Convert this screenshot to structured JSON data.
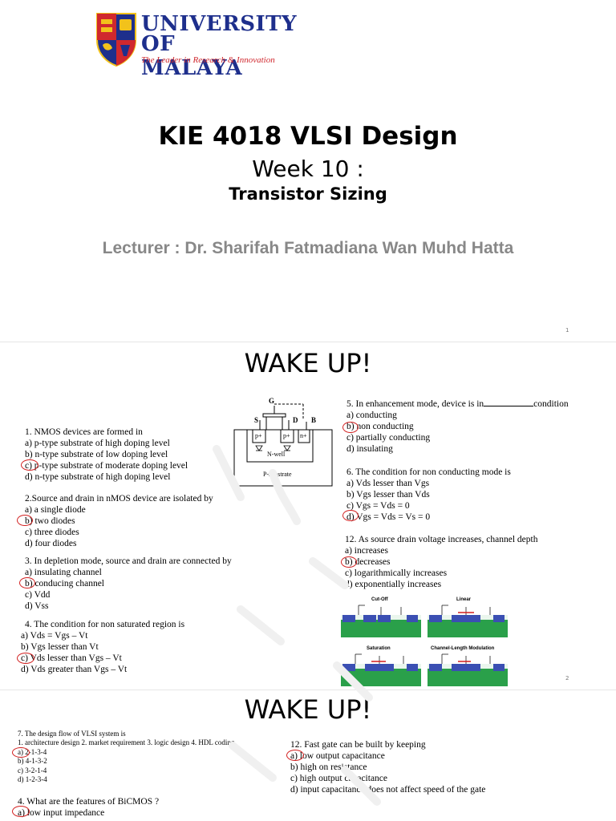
{
  "slide1": {
    "logo": {
      "name_line1": "UNIVERSITY",
      "name_line2": "OF MALAYA",
      "tagline": "The Leader in Research & Innovation",
      "colors": {
        "navy": "#1e2f8c",
        "red": "#d0282e",
        "gold": "#f2c21b"
      }
    },
    "course_title": "KIE 4018 VLSI Design",
    "week_title": "Week 10 :",
    "topic_title": "Transistor Sizing",
    "lecturer": "Lecturer : Dr. Sharifah Fatmadiana Wan Muhd Hatta",
    "page_number": "1"
  },
  "slide2": {
    "title": "WAKE UP!",
    "page_number": "2",
    "q1": {
      "question": "1. NMOS devices are formed in",
      "options": [
        "a) p-type substrate of high doping level",
        "b) n-type substrate of low doping level",
        "c) p-type substrate of moderate doping level",
        "d) n-type substrate of high doping level"
      ]
    },
    "q2": {
      "question": "2.Source and drain in nMOS device are isolated by",
      "options": [
        "a) a single diode",
        "b) two diodes",
        "c) three diodes",
        "d) four diodes"
      ]
    },
    "q3": {
      "question": "3. In depletion mode, source and drain are connected by",
      "options": [
        "a) insulating channel",
        "b) conducing channel",
        "c) Vdd",
        "d) Vss"
      ]
    },
    "q4": {
      "question": "4. The condition for non saturated region is",
      "options": [
        "a) Vds = Vgs – Vt",
        "b) Vgs lesser than Vt",
        "c) Vds lesser than Vgs – Vt",
        "d) Vds greater than Vgs – Vt"
      ]
    },
    "q5": {
      "question_prefix": "5. In enhancement mode, device is in",
      "question_suffix": "condition",
      "options": [
        "a) conducting",
        "b) non conducting",
        "c) partially conducting",
        "d) insulating"
      ]
    },
    "q6": {
      "question": "6. The condition for non conducting mode is",
      "options": [
        "a) Vds lesser than Vgs",
        "b) Vgs lesser than Vds",
        "c) Vgs = Vds = 0",
        "d) Vgs = Vds = Vs = 0"
      ]
    },
    "q12": {
      "question": "12. As source drain voltage increases, channel depth",
      "options": [
        "a) increases",
        "b) decreases",
        "c) logarithmically increases",
        "d) exponentially increases"
      ]
    },
    "diagram": {
      "g_label": "G",
      "s_label": "S",
      "d_label": "D",
      "b_label": "B",
      "pplus1": "p+",
      "pplus2": "p+",
      "nplus": "n+",
      "nwell": "N-well",
      "psub": "P-substrate"
    },
    "mini_diagrams": {
      "cutoff": "Cut-Off",
      "linear": "Linear",
      "saturation": "Saturation",
      "clm": "Channel-Length Modulation"
    }
  },
  "slide3": {
    "title": "WAKE UP!",
    "q7": {
      "question": "7. The design flow of VLSI system is",
      "steps": "1. architecture design 2. market requirement 3. logic design 4. HDL coding",
      "options": [
        "a) 2-1-3-4",
        "b) 4-1-3-2",
        "c) 3-2-1-4",
        "d) 1-2-3-4"
      ]
    },
    "q4b": {
      "question": "4. What are the features of BiCMOS ?",
      "options": [
        "a) low input impedance"
      ]
    },
    "q12b": {
      "question": "12. Fast gate can be built by keeping",
      "options": [
        "a) low output capacitance",
        "b) high on resistance",
        "c) high output capacitance",
        "d) input capacitance does not affect speed of the gate"
      ]
    }
  }
}
